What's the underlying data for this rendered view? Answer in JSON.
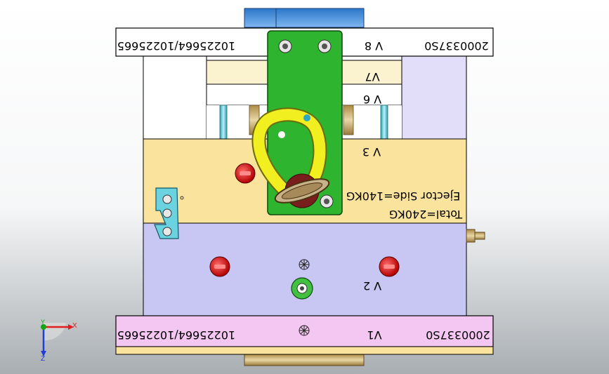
{
  "background_colors": {
    "top": "#ffffff",
    "bottom": "#a9aeb2"
  },
  "colors": {
    "plate_blue": "#c8c6f2",
    "plate_yellow": "#f9e39d",
    "plate_pink": "#f4c6f2",
    "plate_white": "#ffffff",
    "plate_lavender": "#e2ddf8",
    "bracket_green": "#2eb42e",
    "lift_ring_yellow": "#f2ef21",
    "red_fitting": "#d51515",
    "cyan_pin": "#6ad3df",
    "axis_x": "#e01e1e",
    "axis_y": "#13a613",
    "axis_z": "#1d3fd6"
  },
  "top_plate": {
    "left_code": "2000337S0",
    "label": "V 8",
    "right_code": "10225664/10225665"
  },
  "plate_v7": {
    "label": "V7"
  },
  "plate_v6": {
    "label": "V 6"
  },
  "plate_v3": {
    "label": "V 3",
    "note_line1": "Total=240KG",
    "note_line2": "Ejector Side=140KG"
  },
  "plate_v2": {
    "label": "V 2"
  },
  "bottom_plate": {
    "left_code": "2000337S0",
    "label": "V1",
    "right_code": "10225664/10225665"
  },
  "triad": {
    "x_label": "X",
    "y_label": "Y",
    "z_label": "Z"
  },
  "icons": {
    "lift_ring": "lifting-eye-icon",
    "fitting": "water-fitting-icon",
    "screw": "cap-screw-icon",
    "axis": "coordinate-triad-icon"
  }
}
